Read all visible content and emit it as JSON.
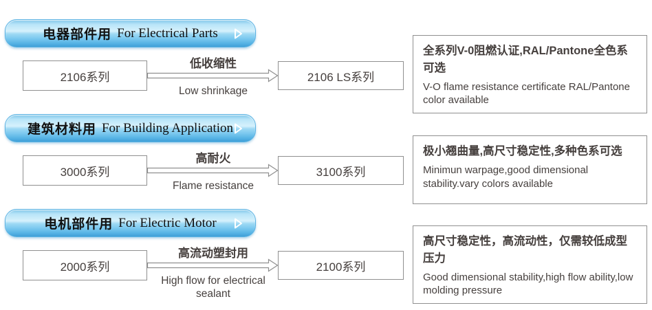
{
  "colors": {
    "pill_gradient_top": "#7cc4e8",
    "pill_gradient_highlight": "#d6f1fc",
    "pill_gradient_bottom": "#3f9fd6",
    "pill_border": "#5bb3e3",
    "box_border": "#8f8f8f",
    "text": "#453f3d",
    "header_text": "#101010",
    "background": "#ffffff"
  },
  "icons": {
    "header_arrow": "play-triangle-outline-white",
    "flow_arrow": "hollow-right-arrow-gray"
  },
  "sections": [
    {
      "header": {
        "zh": "电器部件用",
        "en": "For Electrical Parts"
      },
      "flow": {
        "from": "2106系列",
        "to": "2106 LS系列",
        "label_zh": "低收缩性",
        "label_en": "Low shrinkage"
      },
      "note": {
        "zh": "全系列V-0阻燃认证,RAL/Pantone全色系可选",
        "en": "V-O flame resistance certificate RAL/Pantone color available"
      }
    },
    {
      "header": {
        "zh": "建筑材料用",
        "en": "For Building Application"
      },
      "flow": {
        "from": "3000系列",
        "to": "3100系列",
        "label_zh": "高耐火",
        "label_en": "Flame resistance"
      },
      "note": {
        "zh": "极小翘曲量,高尺寸稳定性,多种色系可选",
        "en": "Minimun warpage,good dimensional stability.vary colors available"
      }
    },
    {
      "header": {
        "zh": "电机部件用",
        "en": "For Electric Motor"
      },
      "flow": {
        "from": "2000系列",
        "to": "2100系列",
        "label_zh": "高流动塑封用",
        "label_en": "High flow for electrical sealant"
      },
      "note": {
        "zh": "高尺寸稳定性，高流动性，仅需较低成型压力",
        "en": "Good dimensional stability,high flow ability,low molding pressure"
      }
    }
  ]
}
